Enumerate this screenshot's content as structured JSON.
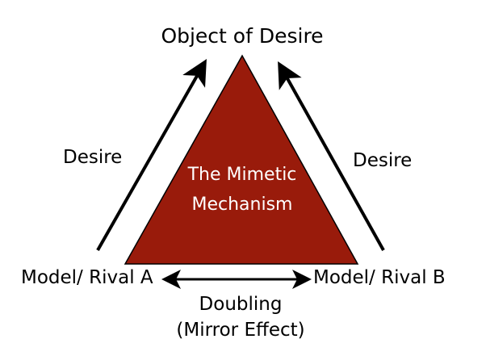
{
  "colors": {
    "triangle_fill": "#991b0b",
    "line": "#000000",
    "inner_text": "#ffffff"
  },
  "top": {
    "label": "Object of Desire"
  },
  "left": {
    "arrow_label": "Desire",
    "node_label": "Model/ Rival A"
  },
  "right": {
    "arrow_label": "Desire",
    "node_label": "Model/ Rival B"
  },
  "center": {
    "line1": "The Mimetic",
    "line2": "Mechanism"
  },
  "bottom": {
    "line1": "Doubling",
    "line2": "(Mirror Effect)"
  }
}
